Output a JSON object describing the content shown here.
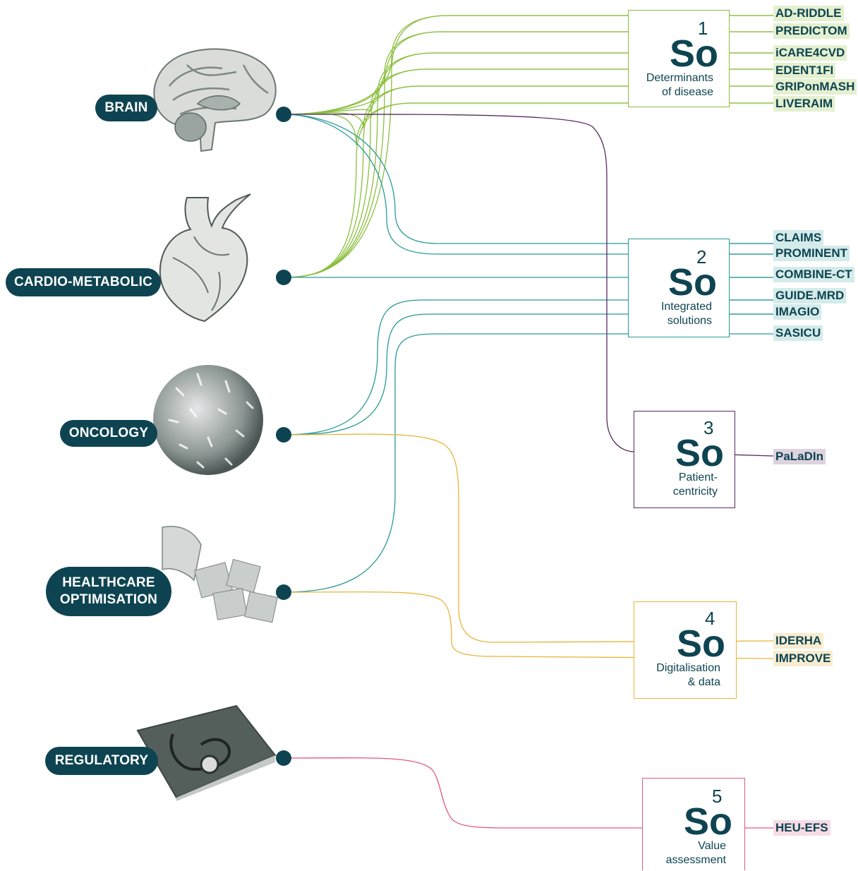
{
  "areas": [
    {
      "label": "BRAIN",
      "illustration": "brain-illustration"
    },
    {
      "label": "CARDIO-METABOLIC",
      "illustration": "heart-illustration"
    },
    {
      "label": "ONCOLOGY",
      "illustration": "cancer-cell-illustration"
    },
    {
      "label": "HEALTHCARE\nOPTIMISATION",
      "illustration": "hand-blocks-illustration"
    },
    {
      "label": "REGULATORY",
      "illustration": "stethoscope-book-illustration"
    }
  ],
  "strategic_objectives": [
    {
      "symbol": "So",
      "number": "1",
      "description": "Determinants\nof disease",
      "color": "#8bbf3f",
      "label_bg": "#e4f0cf",
      "projects": [
        "AD-RIDDLE",
        "PREDICTOM",
        "iCARE4CVD",
        "EDENT1FI",
        "GRIPonMASH",
        "LIVERAIM"
      ]
    },
    {
      "symbol": "So",
      "number": "2",
      "description": "Integrated\nsolutions",
      "color": "#2a9a9a",
      "label_bg": "#d4ebea",
      "projects": [
        "CLAIMS",
        "PROMINENT",
        "COMBINE-CT",
        "GUIDE.MRD",
        "IMAGIO",
        "SASICU"
      ]
    },
    {
      "symbol": "So",
      "number": "3",
      "description": "Patient-\ncentricity",
      "color": "#5a2a60",
      "label_bg": "#ddd3df",
      "projects": [
        "PaLaDIn"
      ]
    },
    {
      "symbol": "So",
      "number": "4",
      "description": "Digitalisation\n& data",
      "color": "#e8b53a",
      "label_bg": "#f7ecd0",
      "projects": [
        "IDERHA",
        "IMPROVE"
      ]
    },
    {
      "symbol": "So",
      "number": "5",
      "description": "Value\nassessment",
      "color": "#e0578a",
      "label_bg": "#f7dbe5",
      "projects": [
        "HEU-EFS"
      ]
    }
  ]
}
